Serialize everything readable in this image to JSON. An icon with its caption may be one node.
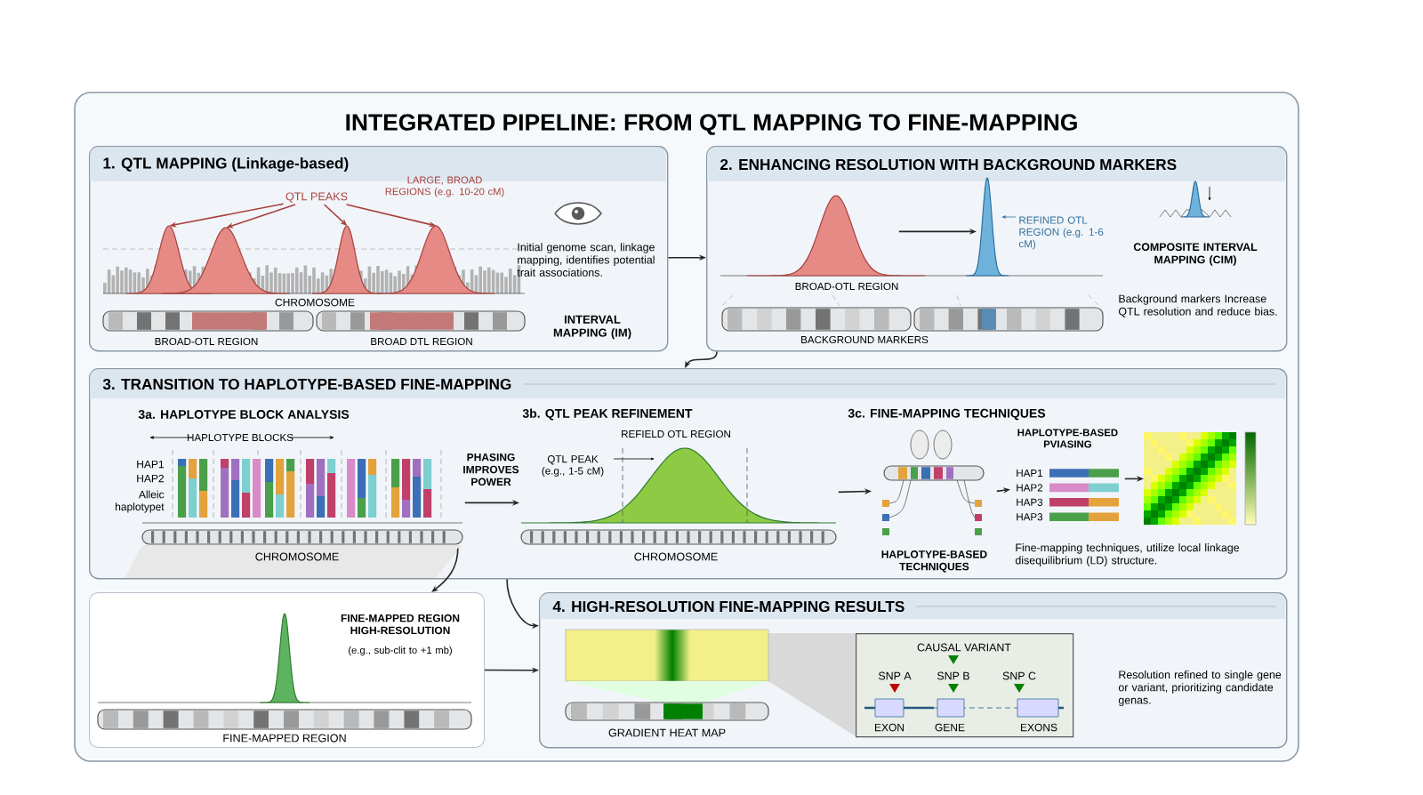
{
  "diagram": {
    "title": "INTEGRATED PIPELINE: FROM QTL MAPPING TO FINE-MAPPING",
    "nodes": [
      {
        "text": [
          "1. QTL MAPPING (Linkage-based)"
        ]
      },
      {
        "text": [
          "QTL PEAKS"
        ],
        "in": 0
      },
      {
        "text": [],
        "shape": "picture",
        "in": 0
      },
      {
        "text": [],
        "shape": "picture",
        "in": 0
      },
      {
        "text": [],
        "shape": "picture",
        "in": 0
      },
      {
        "text": [],
        "shape": "picture",
        "in": 0
      },
      {
        "text": [
          "2. ENHANCING RESOLUTION WITH BACKGROUND MARKERS"
        ]
      },
      {
        "text": [],
        "shape": "picture",
        "in": 6,
        "beside": [
          "BROAD-OTL REGION"
        ]
      },
      {
        "text": [],
        "shape": "picture",
        "in": 6,
        "beside": [
          "REFINED OTL REGION (e.g. 1-6 cM)"
        ]
      },
      {
        "text": [
          "3. TRANSITION TO HAPLOTYPE-BASED FINE-MAPPING"
        ]
      },
      {
        "text": [],
        "shape": "picture",
        "in": 9,
        "beside": [
          "HAPLOTYPE BLOCKS"
        ]
      },
      {
        "text": [],
        "shape": "picture",
        "in": 9
      },
      {
        "text": [
          "HAPLOTYPE-BASED TECHNIQUES"
        ],
        "in": 9
      },
      {
        "text": [
          "HAPLOTYPE-BASED PVIASING"
        ],
        "in": 9
      },
      {
        "text": [],
        "shape": "picture",
        "in": 9
      },
      {
        "text": [
          "FINE-MAPPED REGION HIGH-RESOLUTION",
          "(e.g., sub-clit to +1 mb)"
        ]
      },
      {
        "text": [
          "4. HIGH-RESOLUTION FINE-MAPPING RESULTS"
        ]
      },
      {
        "text": [
          "CAUSAL VARIANT"
        ],
        "in": 16
      }
    ],
    "edges": [
      {
        "from": 1,
        "to": 2,
        "arrow": "to",
        "color": "#a8403c"
      },
      {
        "from": 1,
        "to": 3,
        "arrow": "to",
        "color": "#a8403c"
      },
      {
        "from": 1,
        "to": 4,
        "arrow": "to",
        "color": "#a8403c"
      },
      {
        "from": 1,
        "to": 5,
        "arrow": "to",
        "color": "#a8403c"
      },
      {
        "from": 0,
        "to": 6,
        "arrow": "to"
      },
      {
        "from": 6,
        "to": 9,
        "arrow": "to"
      },
      {
        "from": 10,
        "to": 11,
        "arrow": "to",
        "label": "PHASING IMPROVES POWER"
      },
      {
        "from": 11,
        "to": 12,
        "arrow": "to"
      },
      {
        "from": 12,
        "to": 13,
        "arrow": "to"
      },
      {
        "from": 13,
        "to": 14,
        "arrow": "to"
      },
      {
        "from": 10,
        "to": 15,
        "arrow": "to"
      },
      {
        "from": 9,
        "to": 16,
        "arrow": "to"
      },
      {
        "from": 15,
        "to": 16,
        "arrow": "to"
      },
      {
        "from": 7,
        "to": 8,
        "arrow": "to"
      }
    ],
    "labels": [
      "LARGE, BROAD REGIONS (e.g. 10-20 cM)",
      "Initial genome scan, linkage mapping, identifies potential trait associations.",
      "CHROMOSOME",
      "BROAD-OTL REGION",
      "BROAD DTL REGION",
      "INTERVAL MAPPING (IM)",
      "BACKGROUND MARKERS",
      "COMPOSITE INTERVAL MAPPING (CIM)",
      "Background markers Increase QTL resolution and reduce bias.",
      "3a. HAPLOTYPE BLOCK ANALYSIS",
      "3b. QTL PEAK REFINEMENT",
      "3c. FINE-MAPPING TECHNIQUES",
      "HAP1",
      "HAP2",
      "Alleic haplotypet",
      "CHROMOSOME",
      "REFIELD OTL REGION",
      "QTL PEAK (e.g., 1-5 cM)",
      "CHROMOSOME",
      "HAP1",
      "HAP2",
      "HAP3",
      "HAP3",
      "Fine-mapping techniques, utilize local linkage disequilibrium (LD) structure.",
      "FINE-MAPPED REGION",
      "GRADIENT HEAT MAP",
      "SNP A",
      "SNP B",
      "SNP C",
      "EXON",
      "GENE",
      "EXONS",
      "Resolution refined to single gene or variant, prioritizing candidate genas."
    ]
  }
}
